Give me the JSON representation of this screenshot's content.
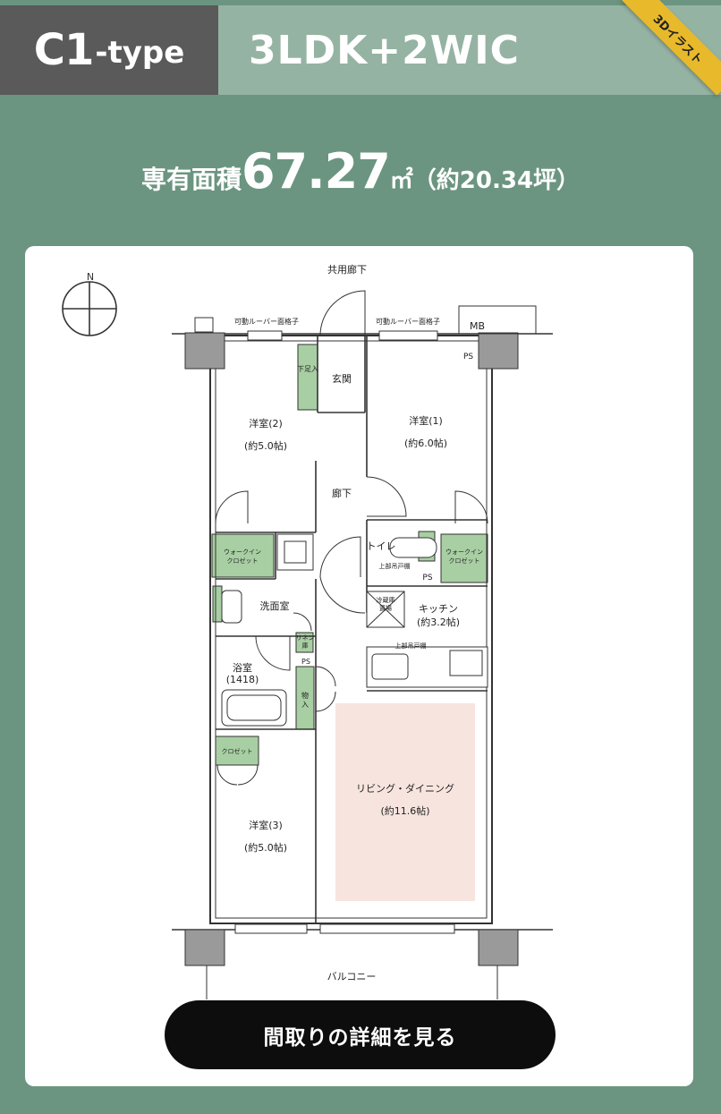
{
  "header": {
    "type_code": "C1",
    "type_suffix": "-type",
    "layout_name": "3LDK+2WIC",
    "ribbon_label": "3Dイラスト"
  },
  "area": {
    "label": "専有面積",
    "value": "67.27",
    "unit": "㎡",
    "tsubo": "（約20.34坪）"
  },
  "floorplan": {
    "compass": "N",
    "common_corridor": "共用廊下",
    "louver_left": "可動ルーバー面格子",
    "louver_right": "可動ルーバー面格子",
    "mb": "MB",
    "ps_top": "PS",
    "shoe_storage": "下足入",
    "entrance": "玄関",
    "bedroom1_name": "洋室(1)",
    "bedroom1_size": "(約6.0帖)",
    "bedroom2_name": "洋室(2)",
    "bedroom2_size": "(約5.0帖)",
    "bedroom3_name": "洋室(3)",
    "bedroom3_size": "(約5.0帖)",
    "hallway": "廊下",
    "wic_left_1": "ウォークイン",
    "wic_left_2": "クロゼット",
    "wic_right_1": "ウォークイン",
    "wic_right_2": "クロゼット",
    "toilet": "トイレ",
    "upper_cabinet_toilet": "上部吊戸棚",
    "ps_toilet": "PS",
    "fridge_1": "冷蔵庫",
    "fridge_2": "置場",
    "kitchen_name": "キッチン",
    "kitchen_size": "(約3.2帖)",
    "upper_cabinet_kitchen": "上部吊戸棚",
    "washroom": "洗面室",
    "linen_1": "リネン",
    "linen_2": "庫",
    "ps_wash": "PS",
    "bath_name": "浴室",
    "bath_size": "(1418)",
    "storage_1": "物",
    "storage_2": "入",
    "closet": "クロゼット",
    "living_name": "リビング・ダイニング",
    "living_size": "(約11.6帖)",
    "balcony": "バルコニー"
  },
  "cta": {
    "label": "間取りの詳細を見る"
  },
  "colors": {
    "background": "#6b9580",
    "header_left": "#5a5a5a",
    "header_right": "#95b3a2",
    "ribbon": "#e8b92b",
    "storage_fill": "#a8cfa3",
    "living_fill": "#f7e4df",
    "button": "#0d0d0d"
  }
}
